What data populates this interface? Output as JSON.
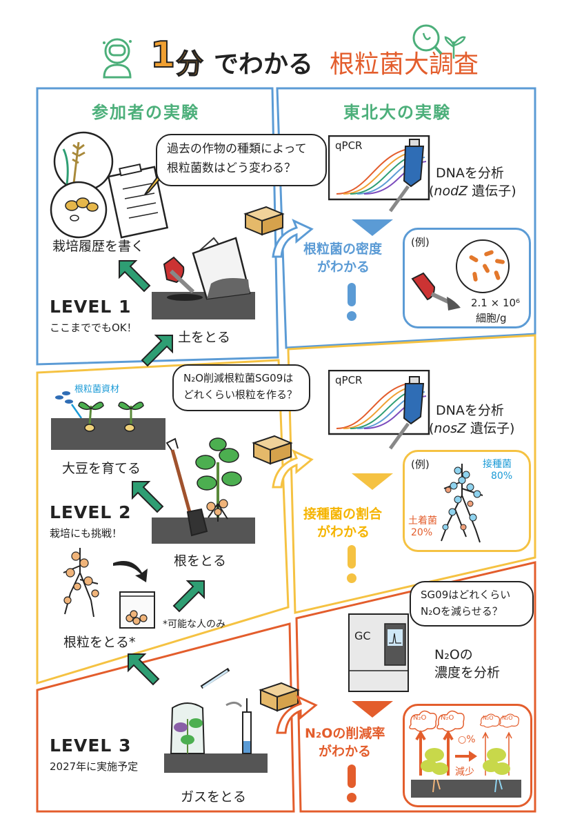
{
  "title": {
    "number": "1",
    "bun": "分",
    "rest": "でわかる",
    "subject": "根粒菌大調査"
  },
  "colors": {
    "blue": "#5b9bd5",
    "yellow": "#f5c242",
    "orange": "#e35d2c",
    "green": "#4caf7a",
    "arrow_green": "#2e9e73"
  },
  "headings": {
    "participant": "参加者の実験",
    "tohoku": "東北大の実験"
  },
  "level1": {
    "question": "過去の作物の種類によって根粒菌数はどう変わる？",
    "question_l1": "過去の作物の種類によって",
    "question_l2": "根粒菌数はどう変わる？",
    "step_history": "栽培履歴を書く",
    "step_soil": "土をとる",
    "level_label": "LEVEL 1",
    "level_note": "ここまででもOK！",
    "qpcr": "qPCR",
    "dna_line1": "DNAを分析",
    "dna_line2_pre": "(",
    "dna_gene": "nodZ",
    "dna_line2_post": " 遺伝子)",
    "result_l1": "根粒菌の密度",
    "result_l2": "がわかる",
    "example": "(例)",
    "density_value": "2.1 × 10⁶",
    "density_unit": "細胞/g"
  },
  "level2": {
    "question_l1": "N₂O削減根粒菌SG09は",
    "question_l2": "どれくらい根粒を作る？",
    "material": "根粒菌資材",
    "step_grow": "大豆を育てる",
    "step_root": "根をとる",
    "step_nodule": "根粒をとる*",
    "level_label": "LEVEL 2",
    "level_note": "栽培にも挑戦！",
    "footnote": "*可能な人のみ",
    "qpcr": "qPCR",
    "dna_line1": "DNAを分析",
    "dna_line2_pre": "(",
    "dna_gene": "nosZ",
    "dna_line2_post": " 遺伝子)",
    "result_l1": "接種菌の割合",
    "result_l2": "がわかる",
    "example": "(例)",
    "inoculated": "接種菌",
    "inoculated_pct": "80%",
    "indigenous": "土着菌",
    "indigenous_pct": "20%"
  },
  "level3": {
    "question_l1": "SG09はどれくらい",
    "question_l2": "N₂Oを減らせる？",
    "gc": "GC",
    "analysis_l1": "N₂Oの",
    "analysis_l2": "濃度を分析",
    "result_l1": "N₂Oの削減率",
    "result_l2": "がわかる",
    "reduction_l1": "○%",
    "reduction_l2": "減少",
    "cloud_label": "N₂O",
    "level_label": "LEVEL 3",
    "level_note": "2027年に実施予定",
    "step_gas": "ガスをとる"
  }
}
